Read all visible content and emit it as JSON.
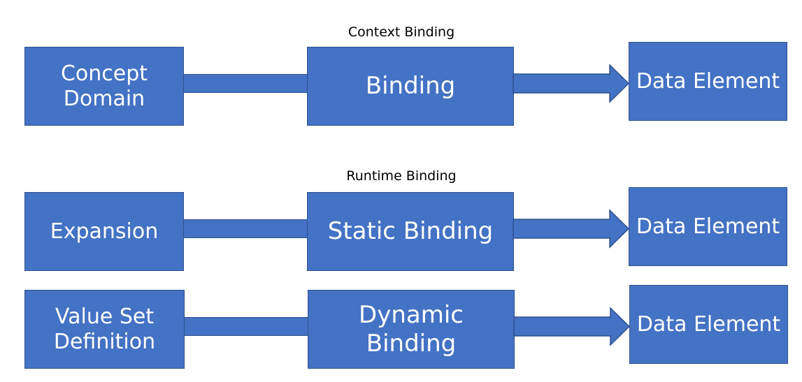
{
  "diagram": {
    "context_label": "Context Binding",
    "runtime_label": "Runtime Binding",
    "rows": [
      {
        "source": "Concept\nDomain",
        "binding": "Binding",
        "target": "Data Element"
      },
      {
        "source": "Expansion",
        "binding": "Static Binding",
        "target": "Data Element"
      },
      {
        "source": "Value Set\nDefinition",
        "binding": "Dynamic\nBinding",
        "target": "Data Element"
      }
    ],
    "colors": {
      "box_fill": "#4472c4",
      "box_border": "#2f528f",
      "box_text": "#ffffff",
      "label_text": "#000000"
    }
  }
}
